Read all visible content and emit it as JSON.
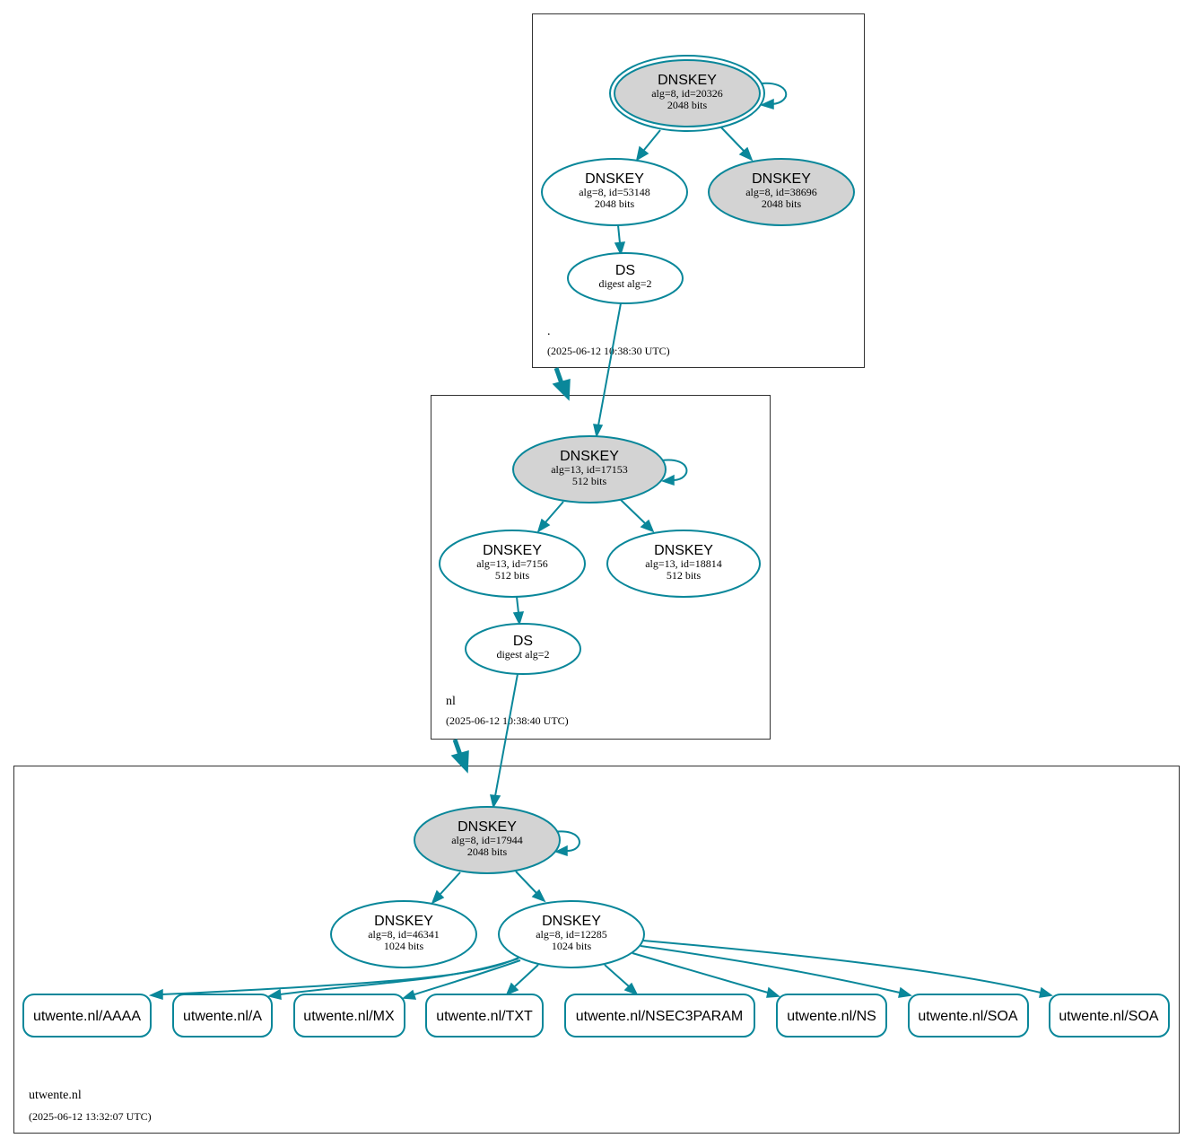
{
  "colors": {
    "edge": "#0a879a",
    "ksk_fill": "#d3d3d3",
    "zone_border": "#333333"
  },
  "zones": {
    "root": {
      "name": ".",
      "timestamp": "(2025-06-12 10:38:30 UTC)"
    },
    "nl": {
      "name": "nl",
      "timestamp": "(2025-06-12 10:38:40 UTC)"
    },
    "utwente": {
      "name": "utwente.nl",
      "timestamp": "(2025-06-12 13:32:07 UTC)"
    }
  },
  "nodes": {
    "root_ksk": {
      "title": "DNSKEY",
      "line1": "alg=8, id=20326",
      "line2": "2048 bits"
    },
    "root_zsk": {
      "title": "DNSKEY",
      "line1": "alg=8, id=53148",
      "line2": "2048 bits"
    },
    "root_ksk2": {
      "title": "DNSKEY",
      "line1": "alg=8, id=38696",
      "line2": "2048 bits"
    },
    "root_ds": {
      "title": "DS",
      "line1": "digest alg=2"
    },
    "nl_ksk": {
      "title": "DNSKEY",
      "line1": "alg=13, id=17153",
      "line2": "512 bits"
    },
    "nl_zsk": {
      "title": "DNSKEY",
      "line1": "alg=13, id=7156",
      "line2": "512 bits"
    },
    "nl_zsk2": {
      "title": "DNSKEY",
      "line1": "alg=13, id=18814",
      "line2": "512 bits"
    },
    "nl_ds": {
      "title": "DS",
      "line1": "digest alg=2"
    },
    "ut_ksk": {
      "title": "DNSKEY",
      "line1": "alg=8, id=17944",
      "line2": "2048 bits"
    },
    "ut_zsk2": {
      "title": "DNSKEY",
      "line1": "alg=8, id=46341",
      "line2": "1024 bits"
    },
    "ut_zsk": {
      "title": "DNSKEY",
      "line1": "alg=8, id=12285",
      "line2": "1024 bits"
    }
  },
  "rrsets": [
    "utwente.nl/AAAA",
    "utwente.nl/A",
    "utwente.nl/MX",
    "utwente.nl/TXT",
    "utwente.nl/NSEC3PARAM",
    "utwente.nl/NS",
    "utwente.nl/SOA",
    "utwente.nl/SOA"
  ]
}
